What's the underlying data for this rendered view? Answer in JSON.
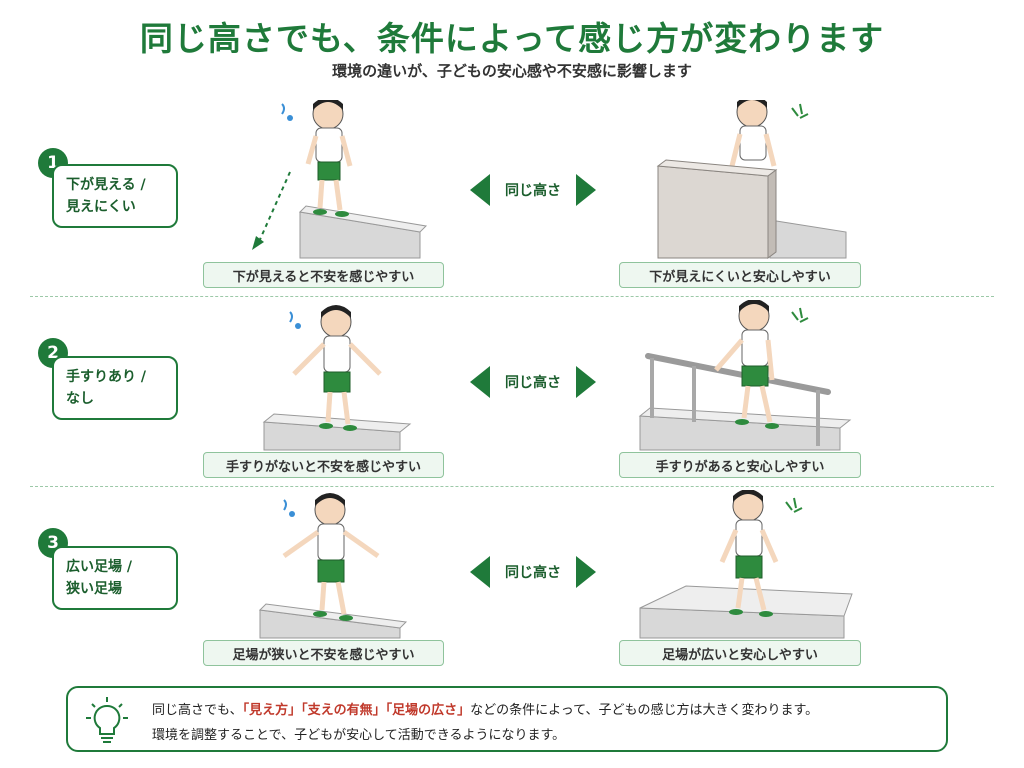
{
  "title": "同じ高さでも、条件によって感じ方が変わります",
  "subtitle": "環境の違いが、子どもの安心感や不安感に影響します",
  "same_height_label": "同じ高さ",
  "rows": [
    {
      "number": "1",
      "label_line1": "下が見える /",
      "label_line2": "見えにくい",
      "left_caption": "下が見えると不安を感じやすい",
      "right_caption": "下が見えにくいと安心しやすい"
    },
    {
      "number": "2",
      "label_line1": "手すりあり /",
      "label_line2": "なし",
      "left_caption": "手すりがないと不安を感じやすい",
      "right_caption": "手すりがあると安心しやすい"
    },
    {
      "number": "3",
      "label_line1": "広い足場 /",
      "label_line2": "狭い足場",
      "left_caption": "足場が狭いと不安を感じやすい",
      "right_caption": "足場が広いと安心しやすい"
    }
  ],
  "summary": {
    "line1_a": "同じ高さでも、",
    "quote1": "「見え方」",
    "quote2": "「支えの有無」",
    "quote3": "「足場の広さ」",
    "line1_b": "などの条件によって、子どもの感じ方は大きく変わります。",
    "line2": "環境を調整することで、子どもが安心して活動できるようになります。"
  },
  "colors": {
    "accent": "#1f7a3a",
    "caption_bg": "#eef7f0",
    "highlight": "#c0392b"
  },
  "icons": [
    "lightbulb-icon",
    "double-arrow-icon"
  ]
}
